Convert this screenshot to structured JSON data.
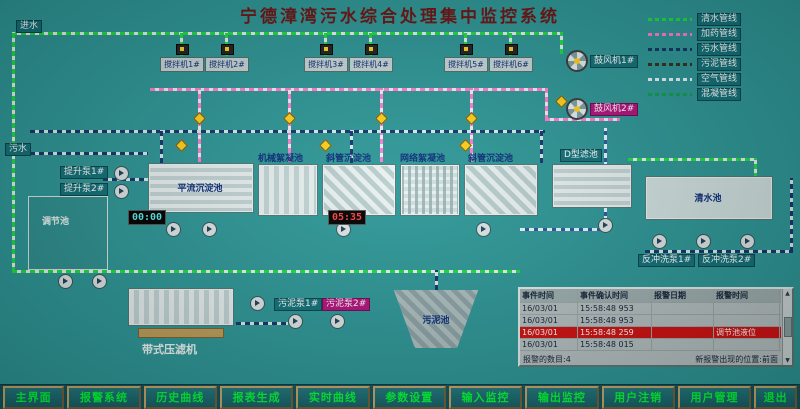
{
  "title": "宁德漳湾污水综合处理集中监控系统",
  "inlet_label": "进水",
  "sewage_label": "污水",
  "legend": {
    "items": [
      {
        "label": "清水管线",
        "color": "#1ee03e"
      },
      {
        "label": "加药管线",
        "color": "#ff7fd0"
      },
      {
        "label": "污水管线",
        "color": "#14366e"
      },
      {
        "label": "污泥管线",
        "color": "#3a2f20"
      },
      {
        "label": "空气管线",
        "color": "#eaf6ff"
      },
      {
        "label": "混凝管线",
        "color": "#0fa050"
      }
    ]
  },
  "mixers": [
    "搅拌机1#",
    "搅拌机2#",
    "搅拌机3#",
    "搅拌机4#",
    "搅拌机5#",
    "搅拌机6#"
  ],
  "blowers": [
    "鼓风机1#",
    "鼓风机2#"
  ],
  "tanks": {
    "regulation": "调节池",
    "horizontal_sedimentation": "平流沉淀池",
    "mechanical_flocculation": "机械絮凝池",
    "inclined_tube_1": "斜管沉淀池",
    "grid_flocculation": "网络絮凝池",
    "inclined_tube_2": "斜管沉淀池",
    "d_filter": "D型滤池",
    "clear_water": "清水池",
    "sludge": "污泥池",
    "belt_press": "带式压滤机"
  },
  "pumps": {
    "lift1": "提升泵1#",
    "lift2": "提升泵2#",
    "sludge1": "污泥泵1#",
    "sludge2": "污泥泵2#",
    "backwash1": "反冲洗泵1#",
    "backwash2": "反冲洗泵2#"
  },
  "timers": [
    {
      "value": "00:00",
      "color": "#5fe8e8"
    },
    {
      "value": "05:35",
      "color": "#ff4040"
    }
  ],
  "alarm_table": {
    "headers": [
      "事件时间",
      "事件确认时间",
      "报警日期",
      "报警时间"
    ],
    "rows": [
      {
        "cells": [
          "16/03/01",
          "15:58:48 953",
          "",
          ""
        ]
      },
      {
        "cells": [
          "16/03/01",
          "15:58:48 953",
          "",
          ""
        ]
      },
      {
        "cells": [
          "16/03/01",
          "15:58:48 259",
          "",
          "调节池液位"
        ]
      },
      {
        "cells": [
          "16/03/01",
          "15:58:48 015",
          "",
          ""
        ]
      }
    ],
    "footer_left": "报警的数目:4",
    "footer_right": "新报警出现的位置:前面",
    "scroll_up_icon": "▲",
    "scroll_down_icon": "▼"
  },
  "nav_buttons": [
    "主界面",
    "报警系统",
    "历史曲线",
    "报表生成",
    "实时曲线",
    "参数设置",
    "输入监控",
    "输出监控",
    "用户注销",
    "用户管理",
    "退出"
  ]
}
